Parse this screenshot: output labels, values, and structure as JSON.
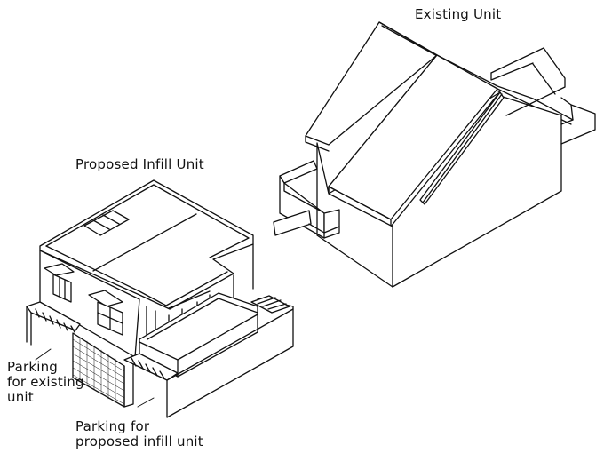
{
  "diagram": {
    "type": "isometric-architectural-sketch",
    "labels": {
      "existing_unit": "Existing Unit",
      "proposed_infill_unit": "Proposed Infill Unit",
      "parking_existing": [
        "Parking",
        "for existing",
        "unit"
      ],
      "parking_proposed": [
        "Parking for",
        "proposed infill unit"
      ]
    },
    "elements": [
      {
        "id": "existing-house",
        "label": "Existing Unit",
        "description": "Gable-roof house with porch and rear addition"
      },
      {
        "id": "infill-house",
        "label": "Proposed Infill Unit",
        "description": "Flat-roof two-level unit with skylight, windows with awnings, deck and planter"
      },
      {
        "id": "parking-existing",
        "label": "Parking for existing unit"
      },
      {
        "id": "parking-proposed",
        "label": "Parking for proposed infill unit"
      }
    ],
    "colors": {
      "line": "#111111",
      "background": "#ffffff"
    }
  }
}
